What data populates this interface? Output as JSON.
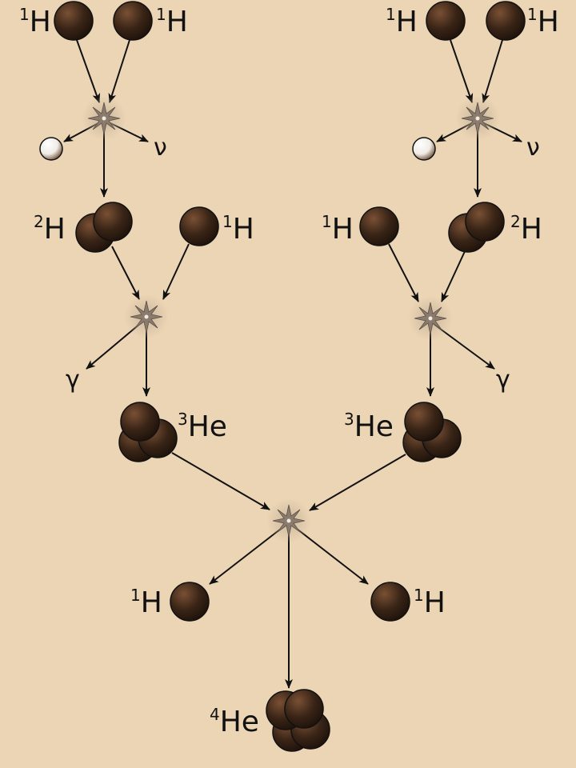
{
  "colors": {
    "background": "#ecd5b4",
    "nucleon": "#3a2517",
    "nucleon_highlight": "#7a5034",
    "positron": "#ffffff",
    "burst": "#8a7b6d",
    "glow": "#c9b59c",
    "arrow": "#111111"
  },
  "labels": {
    "h1_mass": "1",
    "h2_mass": "2",
    "he3_mass": "3",
    "he4_mass": "4",
    "h_symbol": "H",
    "he_symbol": "He",
    "neutrino": "ν",
    "gamma": "γ"
  }
}
